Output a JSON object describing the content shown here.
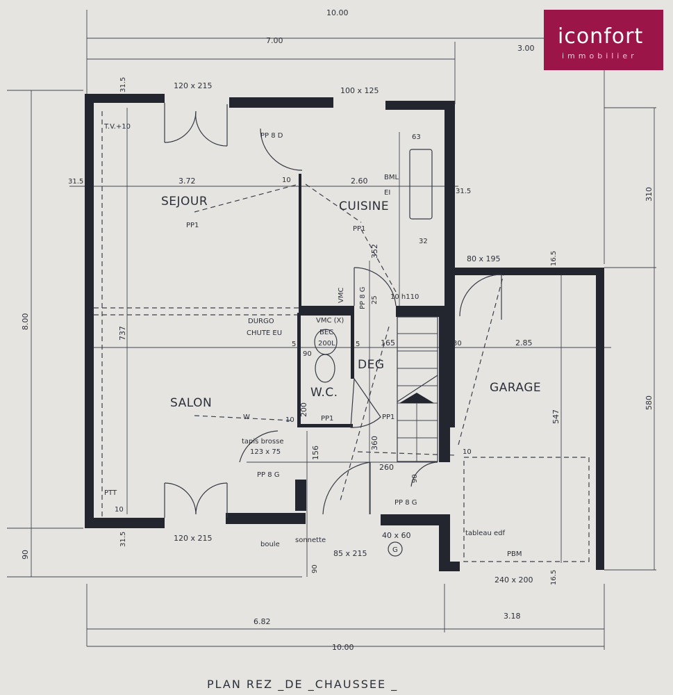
{
  "title": "PLAN  REZ _DE _CHAUSSEE _",
  "logo": {
    "name": "iconfort",
    "sub": "immobilier",
    "bg": "#9c1549"
  },
  "rooms": {
    "sejour": "SEJOUR",
    "cuisine": "CUISINE",
    "salon": "SALON",
    "deg": "DEG",
    "wc": "W.C.",
    "garage": "GARAGE"
  },
  "dimensions": {
    "top_total": "10.00",
    "top_left": "7.00",
    "top_right": "3.00",
    "bottom_left": "6.82",
    "bottom_right": "3.18",
    "bottom_total": "10.00",
    "left_total": "8.00",
    "left_bottom": "90",
    "right_top": "310",
    "right_bottom": "580",
    "sejour_width": "3.72",
    "cuisine_width": "2.60",
    "salon_height": "737",
    "garage_width": "2.85",
    "garage_height": "547",
    "deg_width": "165",
    "wc_height": "200",
    "deg_len": "360",
    "kitchen_352": "352",
    "v260": "260",
    "v156": "156",
    "w315a": "31.5",
    "w315b": "31.5",
    "w315c": "31.5",
    "w315d": "31.5",
    "w165a": "16.5",
    "w165b": "16.5",
    "w63": "63",
    "w5a": "5",
    "w5b": "5",
    "w90": "90",
    "w30": "30",
    "w25": "25",
    "w10a": "10",
    "w10b": "10",
    "w10c": "10",
    "w10d": "10",
    "w32": "32",
    "w90b": "90",
    "w90c": "90"
  },
  "openings": {
    "door_top": "120 x 215",
    "window_top": "100 x 125",
    "door_bottom": "120 x 215",
    "garage_door_side": "80 x 195",
    "entry_door": "85 x 215",
    "window_small": "40 x 60",
    "garage_door": "240 x 200"
  },
  "annotations": {
    "tv": "T.V.+10",
    "pp8d": "PP 8 D",
    "bml": "BML",
    "ei": "EI",
    "ppt1": "PP1",
    "ppt2": "PP1",
    "ppt3": "PP1",
    "ppt4": "PP1",
    "pp8g_a": "PP 8 G",
    "pp8g_b": "PP 8 G",
    "pp8g_c": "PP 8 G",
    "vmc": "VMC",
    "vmc2": "VMC (X)",
    "durgo": "DURGO",
    "chute": "CHUTE EU",
    "bec": "BEC",
    "bec200": "200L",
    "h110": "10 h110",
    "tapis": "tapis brosse",
    "tapis_dim": "123 x 75",
    "ptt": "PTT",
    "boule": "boule",
    "sonnette": "sonnette",
    "g": "G",
    "tableau": "tableau edf",
    "pbm": "PBM",
    "w": "W"
  }
}
